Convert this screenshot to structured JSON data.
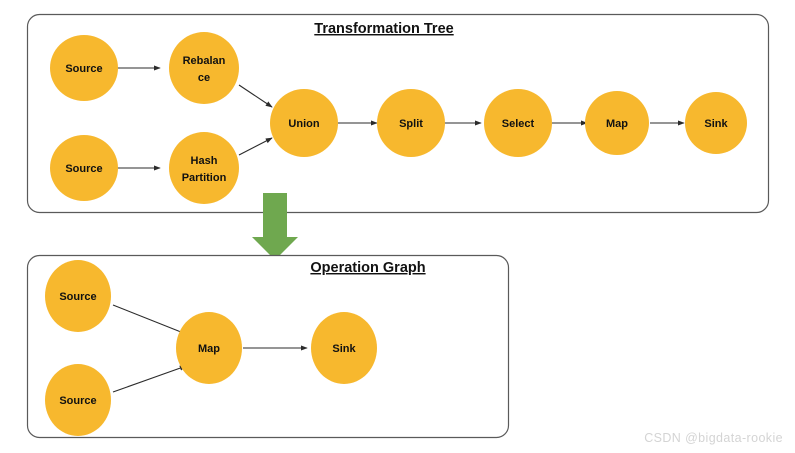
{
  "figure": {
    "watermark": "CSDN @bigdata-rookie",
    "colors": {
      "node_fill": "#F7B82E",
      "panel_border": "#5a5a5a",
      "edge": "#2b2b2b",
      "green_arrow": "#6FA84F",
      "background": "#ffffff",
      "label_text": "#111111",
      "watermark_text": "#d4d4d4"
    }
  },
  "panels": [
    {
      "id": "transformation-tree",
      "title": "Transformation Tree",
      "nodes": [
        {
          "id": "tt-source-1",
          "label": "Source",
          "lines": [
            "Source"
          ]
        },
        {
          "id": "tt-rebalance",
          "label": "Rebalance",
          "lines": [
            "Rebalan",
            "ce"
          ]
        },
        {
          "id": "tt-source-2",
          "label": "Source",
          "lines": [
            "Source"
          ]
        },
        {
          "id": "tt-hash",
          "label": "Hash Partition",
          "lines": [
            "Hash",
            "Partition"
          ]
        },
        {
          "id": "tt-union",
          "label": "Union",
          "lines": [
            "Union"
          ]
        },
        {
          "id": "tt-split",
          "label": "Split",
          "lines": [
            "Split"
          ]
        },
        {
          "id": "tt-select",
          "label": "Select",
          "lines": [
            "Select"
          ]
        },
        {
          "id": "tt-map",
          "label": "Map",
          "lines": [
            "Map"
          ]
        },
        {
          "id": "tt-sink",
          "label": "Sink",
          "lines": [
            "Sink"
          ]
        }
      ],
      "edges": [
        {
          "from": "tt-source-1",
          "to": "tt-rebalance"
        },
        {
          "from": "tt-source-2",
          "to": "tt-hash"
        },
        {
          "from": "tt-rebalance",
          "to": "tt-union"
        },
        {
          "from": "tt-hash",
          "to": "tt-union"
        },
        {
          "from": "tt-union",
          "to": "tt-split"
        },
        {
          "from": "tt-split",
          "to": "tt-select"
        },
        {
          "from": "tt-select",
          "to": "tt-map"
        },
        {
          "from": "tt-map",
          "to": "tt-sink"
        }
      ]
    },
    {
      "id": "operation-graph",
      "title": "Operation Graph",
      "nodes": [
        {
          "id": "og-source-1",
          "label": "Source",
          "lines": [
            "Source"
          ]
        },
        {
          "id": "og-source-2",
          "label": "Source",
          "lines": [
            "Source"
          ]
        },
        {
          "id": "og-map",
          "label": "Map",
          "lines": [
            "Map"
          ]
        },
        {
          "id": "og-sink",
          "label": "Sink",
          "lines": [
            "Sink"
          ]
        }
      ],
      "edges": [
        {
          "from": "og-source-1",
          "to": "og-map"
        },
        {
          "from": "og-source-2",
          "to": "og-map"
        },
        {
          "from": "og-map",
          "to": "og-sink"
        }
      ]
    }
  ],
  "transition": {
    "id": "transition-arrow",
    "direction": "down",
    "meaning": "compiles-to"
  }
}
